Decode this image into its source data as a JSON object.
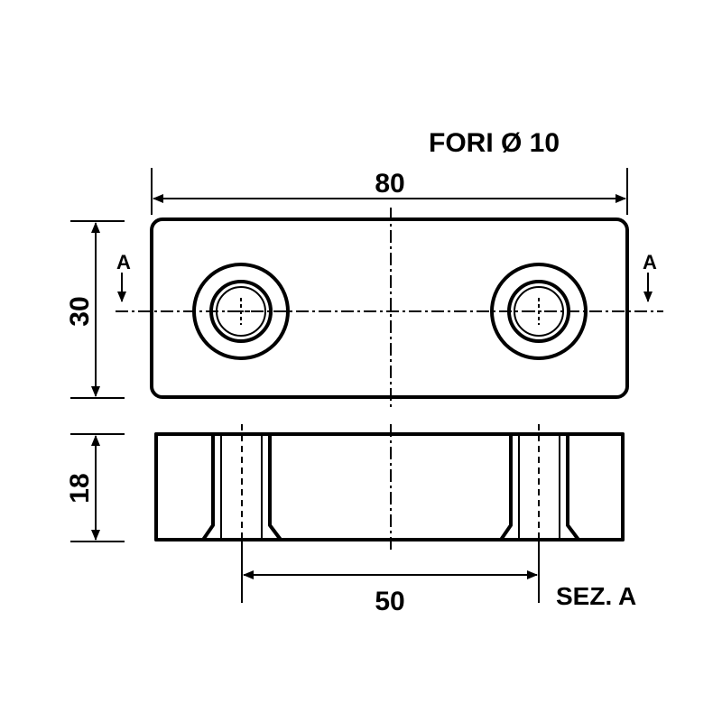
{
  "labels": {
    "holes_note": "FORI Ø 10",
    "length": "80",
    "height": "30",
    "thickness": "18",
    "hole_spacing": "50",
    "section_mark_left": "A",
    "section_mark_right": "A",
    "section_title": "SEZ. A"
  }
}
